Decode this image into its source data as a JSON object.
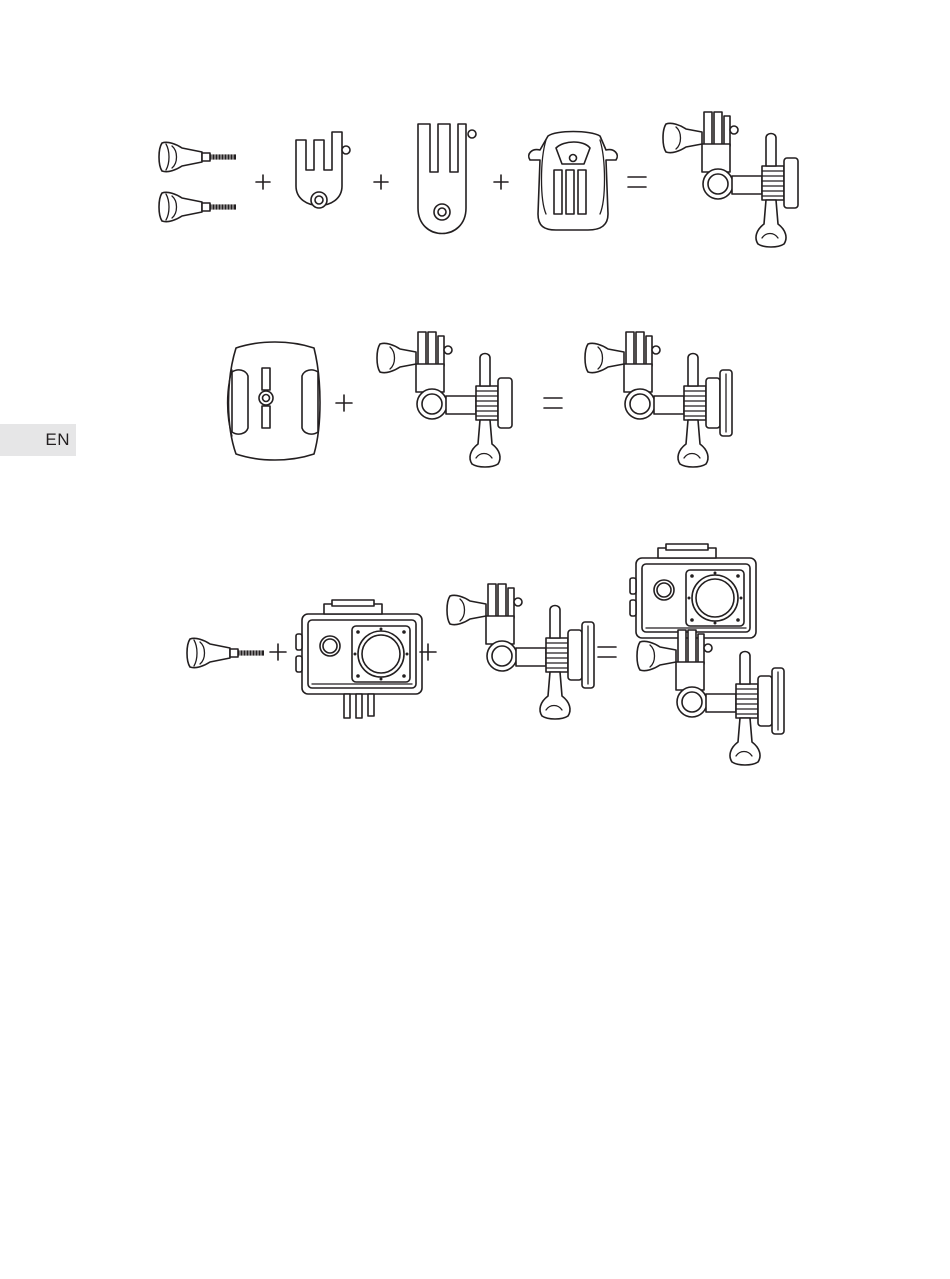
{
  "page": {
    "language_tab": "EN"
  },
  "diagram": {
    "rows": [
      {
        "parts": [
          "thumb-screw-pair",
          "short-adapter",
          "long-adapter",
          "buckle-mount"
        ],
        "operators": [
          "+",
          "+",
          "+",
          "="
        ],
        "result": "assembled-side-mount-arm"
      },
      {
        "parts": [
          "adhesive-base-mount",
          "assembled-side-mount-arm"
        ],
        "operators": [
          "+",
          "="
        ],
        "result": "arm-on-base"
      },
      {
        "parts": [
          "thumb-screw",
          "waterproof-camera-case",
          "arm-on-base"
        ],
        "operators": [
          "+",
          "+",
          "="
        ],
        "result": "camera-mounted-on-arm"
      }
    ]
  }
}
